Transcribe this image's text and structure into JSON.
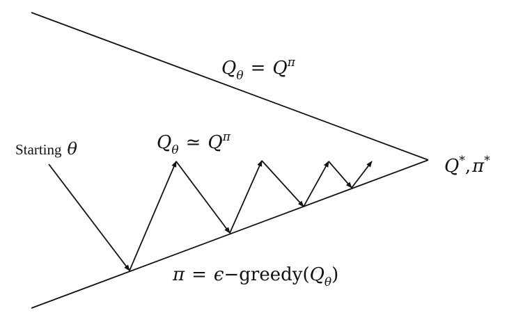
{
  "labels": {
    "top_line": "Q_θ = Q^π",
    "approx": "Q_θ ≃ Q^π",
    "start": "Starting θ",
    "optimum": "Q*, π*",
    "bottom_line": "π = ϵ−greedy(Q_θ)"
  },
  "glyphs": {
    "Q": "Q",
    "theta": "θ",
    "pi": "π",
    "eq": "=",
    "approx_eq": "≃",
    "star": "*",
    "comma": ",",
    "epsilon": "ϵ",
    "dash": "−",
    "greedy": "greedy",
    "lparen": "(",
    "rparen": ")",
    "starting": "Starting"
  }
}
